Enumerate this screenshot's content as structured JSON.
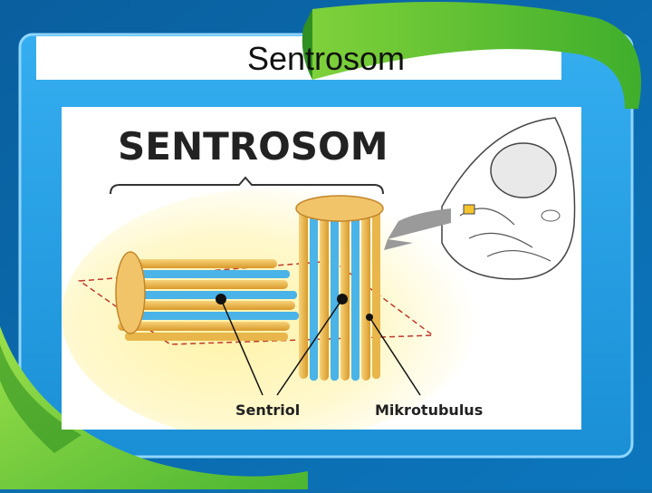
{
  "slide": {
    "title": "Sentrosom",
    "colors": {
      "background": "#0d6fb0",
      "panel": "#2aa0e8",
      "ribbon": "#58c23a",
      "figure_bg": "#ffffff"
    }
  },
  "figure": {
    "heading": "SENTROSOM",
    "labels": {
      "centriole": "Sentriol",
      "microtubule": "Mikrotubulus"
    }
  }
}
